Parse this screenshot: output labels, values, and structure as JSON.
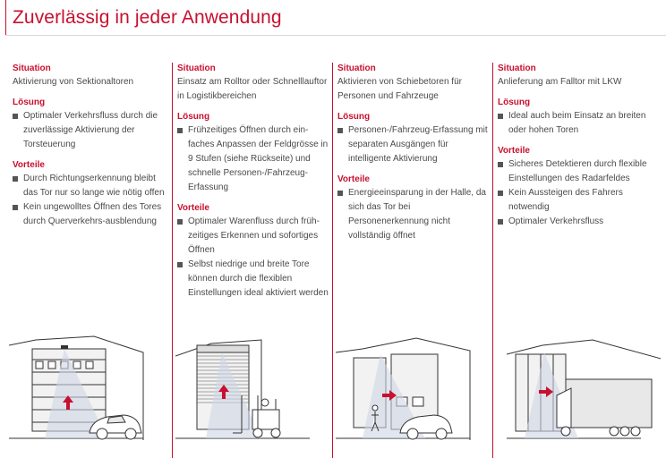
{
  "title": "Zuverlässig in jeder Anwendung",
  "columns": [
    {
      "situation_label": "Situation",
      "situation": "Aktivierung von Sektionaltoren",
      "loesung_label": "Lösung",
      "loesung": [
        "Optimaler Verkehrsfluss durch die zuverlässige Aktivierung der Torsteuerung"
      ],
      "vorteile_label": "Vorteile",
      "vorteile": [
        "Durch Richtungserkennung bleibt das Tor nur so lange wie nötig offen",
        "Kein ungewolltes Öffnen des Tores durch Querverkehrs-ausblendung"
      ],
      "illustration": "sectional-door-car"
    },
    {
      "situation_label": "Situation",
      "situation": "Einsatz am Rolltor oder Schnelllauftor in Logistikbereichen",
      "loesung_label": "Lösung",
      "loesung": [
        "Frühzeitiges Öffnen durch ein-faches Anpassen der Feldgrösse in 9 Stufen (siehe Rückseite) und schnelle Personen-/Fahrzeug-Erfassung"
      ],
      "vorteile_label": "Vorteile",
      "vorteile": [
        "Optimaler Warenfluss durch früh-zeitiges Erkennen und sofortiges Öffnen",
        "Selbst niedrige und breite Tore können durch die flexiblen Einstellungen ideal aktiviert werden"
      ],
      "illustration": "roller-door-forklift"
    },
    {
      "situation_label": "Situation",
      "situation": "Aktivieren von Schiebetoren für Personen und Fahrzeuge",
      "loesung_label": "Lösung",
      "loesung": [
        "Personen-/Fahrzeug-Erfassung mit separaten Ausgängen für intelligente Aktivierung"
      ],
      "vorteile_label": "Vorteile",
      "vorteile": [
        "Energieeinsparung in der Halle, da sich das Tor bei Personenerkennung nicht vollständig öffnet"
      ],
      "illustration": "sliding-door-person-car"
    },
    {
      "situation_label": "Situation",
      "situation": "Anlieferung am Falltor mit LKW",
      "loesung_label": "Lösung",
      "loesung": [
        "Ideal auch beim Einsatz an breiten oder hohen Toren"
      ],
      "vorteile_label": "Vorteile",
      "vorteile": [
        "Sicheres Detektieren durch flexible Einstellungen des Radarfeldes",
        "Kein Aussteigen des Fahrers notwendig",
        "Optimaler Verkehrsfluss"
      ],
      "illustration": "folding-door-truck"
    }
  ],
  "colors": {
    "accent": "#c8102e",
    "text": "#4a4a4a",
    "line": "#333333"
  }
}
